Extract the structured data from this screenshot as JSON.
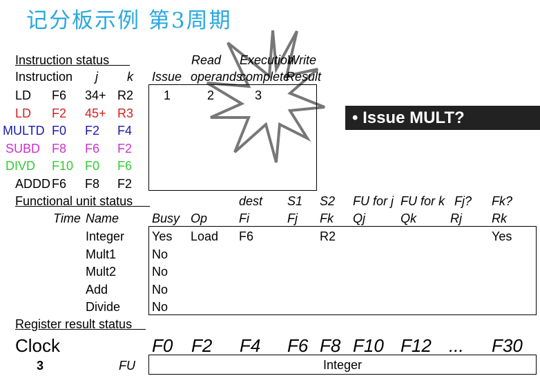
{
  "title": "记分板示例  第3周期",
  "callout": "• Issue MULT?",
  "instruction_status": {
    "heading": "Instruction status",
    "col_headers": {
      "instruction": "Instruction",
      "j": "j",
      "k": "k",
      "read": "Read",
      "execution": "Execution",
      "write": "Write",
      "issue": "Issue",
      "operands": "operands",
      "complete": "complete",
      "result": "Result"
    },
    "rows": [
      {
        "op": "LD",
        "dest": "F6",
        "j": "34+",
        "k": "R2",
        "issue": "1",
        "read": "2",
        "exec": "3",
        "write": "",
        "color": "#000000"
      },
      {
        "op": "LD",
        "dest": "F2",
        "j": "45+",
        "k": "R3",
        "issue": "",
        "read": "",
        "exec": "",
        "write": "",
        "color": "#d42020"
      },
      {
        "op": "MULTD",
        "dest": "F0",
        "j": "F2",
        "k": "F4",
        "issue": "",
        "read": "",
        "exec": "",
        "write": "",
        "color": "#1a1ab0"
      },
      {
        "op": "SUBD",
        "dest": "F8",
        "j": "F6",
        "k": "F2",
        "issue": "",
        "read": "",
        "exec": "",
        "write": "",
        "color": "#cc33cc"
      },
      {
        "op": "DIVD",
        "dest": "F10",
        "j": "F0",
        "k": "F6",
        "issue": "",
        "read": "",
        "exec": "",
        "write": "",
        "color": "#33cc33"
      },
      {
        "op": "ADDD",
        "dest": "F6",
        "j": "F8",
        "k": "F2",
        "issue": "",
        "read": "",
        "exec": "",
        "write": "",
        "color": "#000000"
      }
    ]
  },
  "fu_status": {
    "heading": "Functional unit status",
    "top_headers": {
      "dest": "dest",
      "s1": "S1",
      "s2": "S2",
      "fuj": "FU for j",
      "fuk": "FU for k",
      "fjq": "Fj?",
      "fkq": "Fk?"
    },
    "headers": {
      "time": "Time",
      "name": "Name",
      "busy": "Busy",
      "op": "Op",
      "fi": "Fi",
      "fj": "Fj",
      "fk": "Fk",
      "qj": "Qj",
      "qk": "Qk",
      "rj": "Rj",
      "rk": "Rk"
    },
    "rows": [
      {
        "name": "Integer",
        "busy": "Yes",
        "op": "Load",
        "fi": "F6",
        "fj": "",
        "fk": "R2",
        "qj": "",
        "qk": "",
        "rj": "",
        "rk": "Yes"
      },
      {
        "name": "Mult1",
        "busy": "No"
      },
      {
        "name": "Mult2",
        "busy": "No"
      },
      {
        "name": "Add",
        "busy": "No"
      },
      {
        "name": "Divide",
        "busy": "No"
      }
    ]
  },
  "register_status": {
    "heading": "Register result status",
    "clock_label": "Clock",
    "clock_value": "3",
    "fu_label": "FU",
    "registers": [
      "F0",
      "F2",
      "F4",
      "F6",
      "F8",
      "F10",
      "F12",
      "...",
      "F30"
    ],
    "fu_value": "Integer"
  }
}
